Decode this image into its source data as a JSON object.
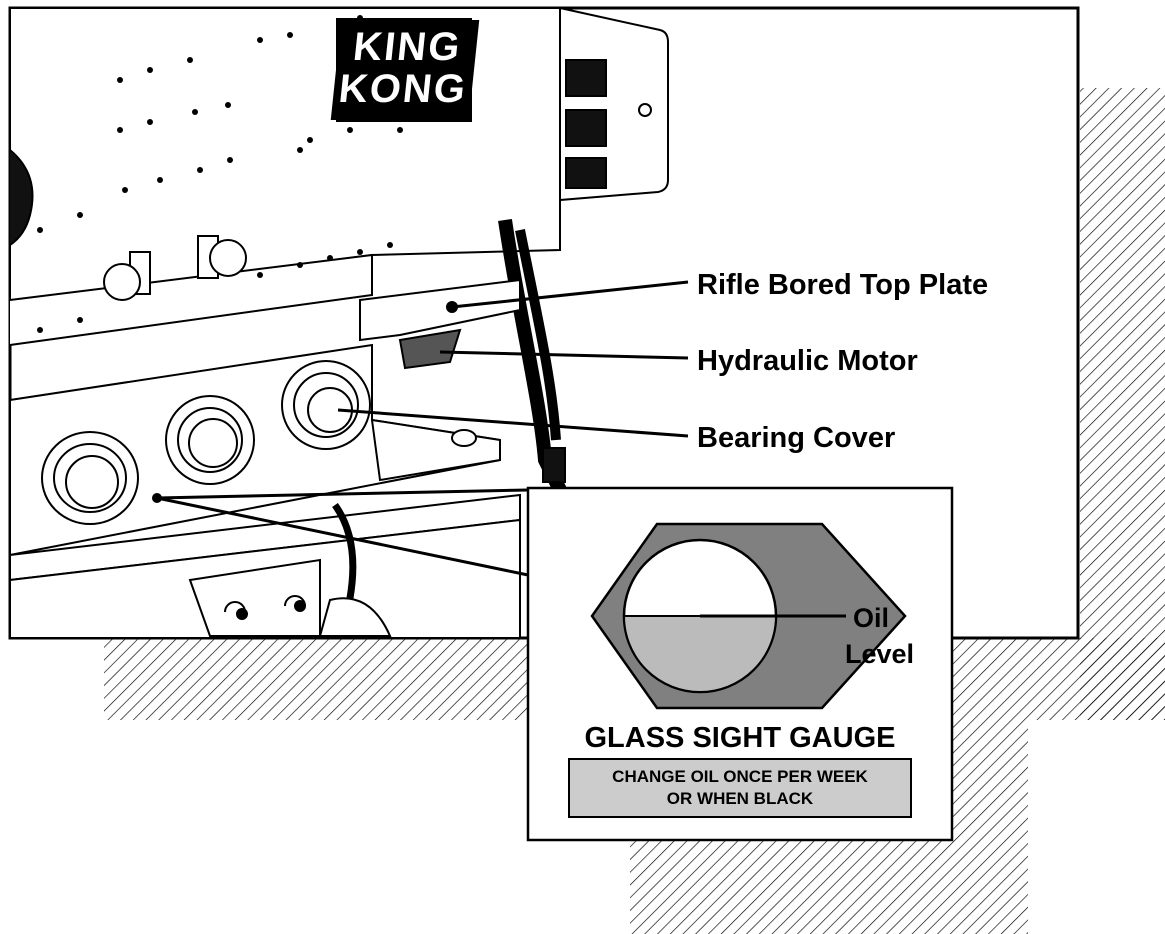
{
  "callouts": {
    "top_plate": "Rifle Bored Top Plate",
    "motor": "Hydraulic Motor",
    "bearing": "Bearing Cover"
  },
  "logo": {
    "line1": "KING",
    "line2": "KONG"
  },
  "gauge": {
    "oil_label_line1": "Oil",
    "oil_label_line2": "Level",
    "title": "GLASS SIGHT GAUGE",
    "notice_line1": "CHANGE OIL ONCE PER WEEK",
    "notice_line2": "OR WHEN BLACK"
  },
  "colors": {
    "ink": "#000000",
    "hex_nut": "#808080",
    "oil": "#bbbbbb",
    "notice_bg": "#cccccc"
  }
}
